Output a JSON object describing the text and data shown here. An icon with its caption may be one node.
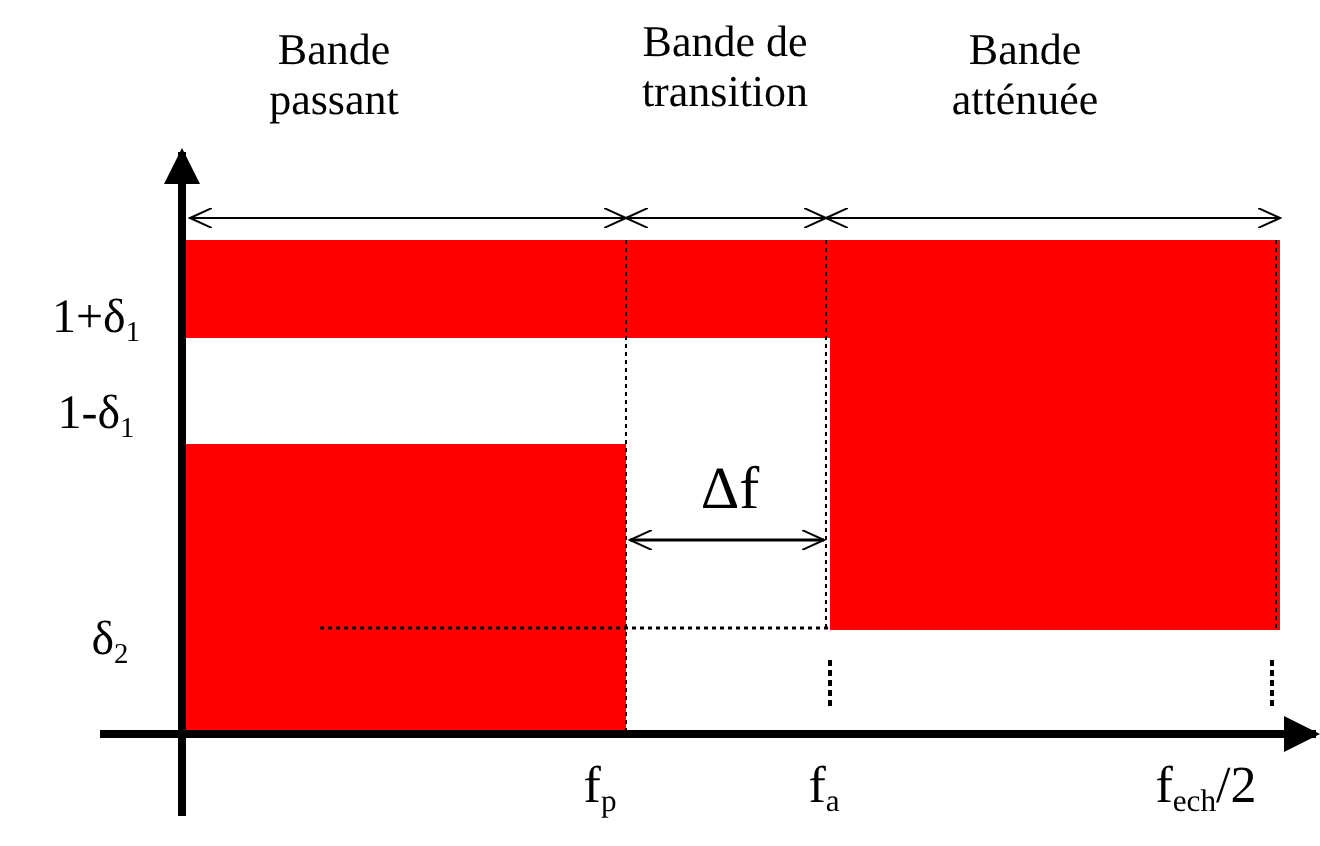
{
  "diagram": {
    "labels": [
      "Bande passant",
      "Bande de transition",
      "Bande atténuée",
      "1+δ$_{1}$",
      "1-δ$_{1}$",
      "Δf",
      "δ$_{2}$",
      "f$_{p}$",
      "f$_{a}$",
      "f$_{ech}$/2"
    ]
  }
}
